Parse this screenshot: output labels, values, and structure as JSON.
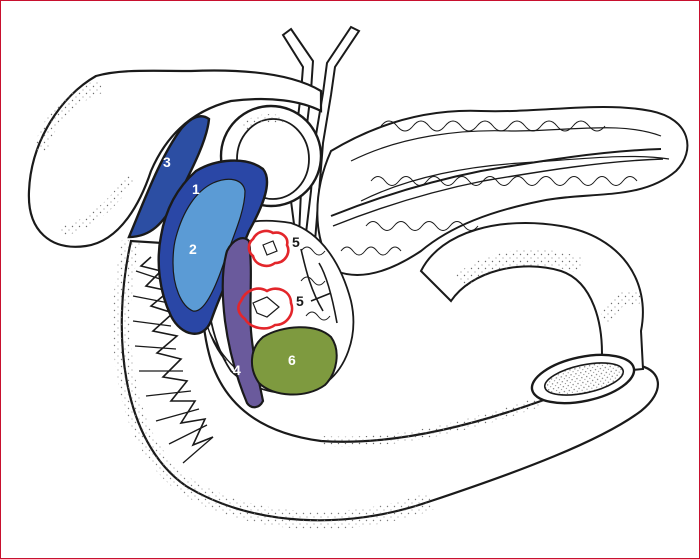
{
  "colors": {
    "frame": "#c8102e",
    "outline": "#1a1a1a",
    "stipple": "#6e6e6e",
    "region1_fill": "#2a47a6",
    "region2_fill": "#5b9bd5",
    "region3_fill": "#2c4ea3",
    "region4_fill": "#6a5a9c",
    "region5_stroke": "#e3262b",
    "region6_fill": "#7e9a3f",
    "label_light": "#ffffff",
    "label_dark": "#1a1a1a"
  },
  "labels": {
    "region1": "1",
    "region2": "2",
    "region3": "3",
    "region4": "4",
    "region5a": "5",
    "region5b": "5",
    "region6": "6"
  }
}
